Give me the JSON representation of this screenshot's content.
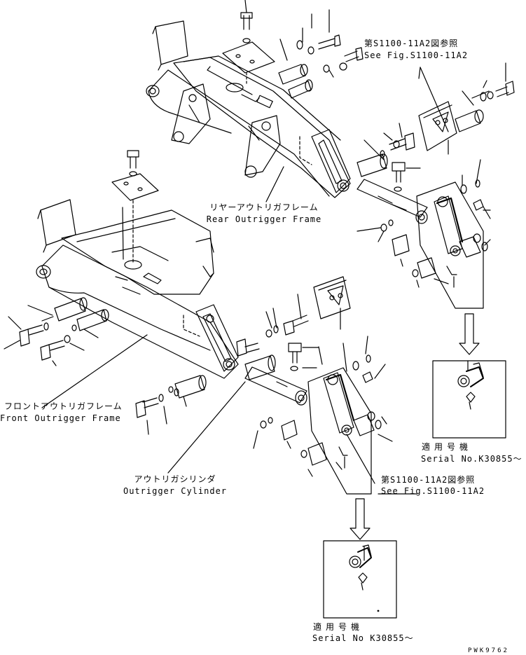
{
  "labels": {
    "ref_top_jp": "第S1100-11A2図参照",
    "ref_top_en": "See Fig.S1100-11A2",
    "rear_frame_jp": "リヤーアウトリガフレーム",
    "rear_frame_en": "Rear Outrigger Frame",
    "front_frame_jp": "フロントアウトリガフレーム",
    "front_frame_en": "Front Outrigger Frame",
    "cylinder_jp": "アウトリガシリンダ",
    "cylinder_en": "Outrigger Cylinder",
    "ref_bottom_jp": "第S1100-11A2図参照",
    "ref_bottom_en": "See Fig.S1100-11A2",
    "serial_top_jp": "適用号機",
    "serial_top_en": "Serial No.K30855〜",
    "serial_bottom_jp": "適用号機",
    "serial_bottom_en": "Serial No K30855〜",
    "drawing_code": "PWK9762"
  }
}
